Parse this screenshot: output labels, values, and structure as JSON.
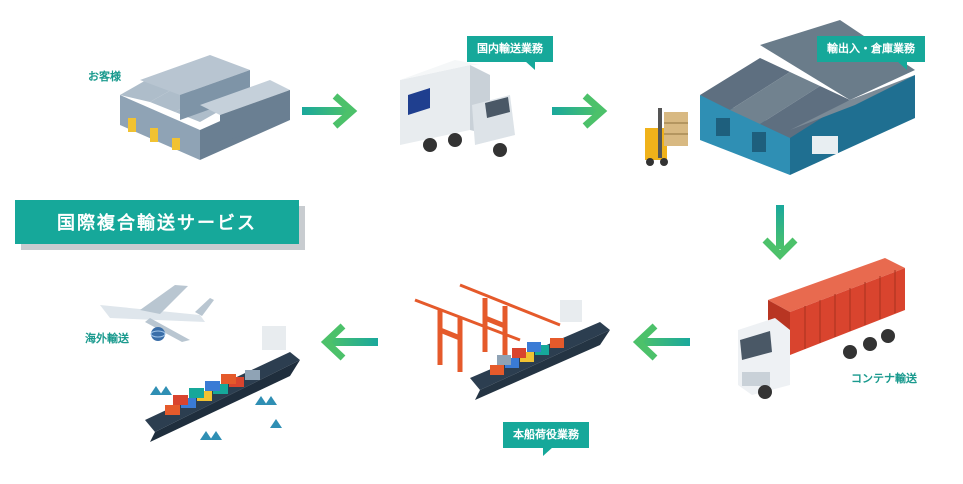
{
  "title": "国際複合輸送サービス",
  "labels": {
    "customer": "お客様",
    "overseas": "海外輸送",
    "container": "コンテナ輸送"
  },
  "tags": {
    "domestic": "国内輸送業務",
    "warehouse": "輸出入・倉庫業務",
    "stevedoring": "本船荷役業務"
  },
  "colors": {
    "accent": "#16a89a",
    "arrow_teal": "#1aa89c",
    "arrow_green": "#4cc16a",
    "warehouse_blue": "#2f8fb4",
    "container_red": "#d9442e",
    "crane_orange": "#e55a2b"
  },
  "icons": [
    "factory-icon",
    "truck-icon",
    "forklift-icon",
    "warehouse-icon",
    "container-truck-icon",
    "cargo-ship-icon",
    "gantry-crane-icon",
    "airplane-icon",
    "globe-icon",
    "wave-icon",
    "flow-arrow-icon"
  ]
}
